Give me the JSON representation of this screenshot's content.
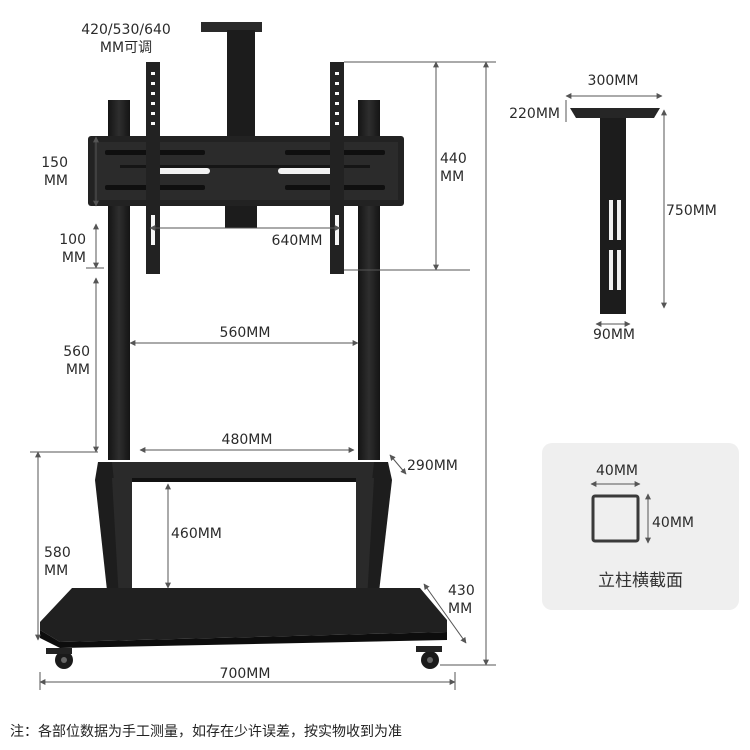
{
  "dimensions": {
    "vesa_options": "420/530/640",
    "vesa_adjustable": "MM可调",
    "bracket_height_num": "150",
    "bracket_height_unit": "MM",
    "vertical_gap_num": "100",
    "vertical_gap_unit": "MM",
    "mount_width": "640MM",
    "arm_length_num": "440",
    "arm_length_unit": "MM",
    "column_spacing": "560MM",
    "column_section_num": "560",
    "column_section_unit": "MM",
    "shelf_width": "480MM",
    "shelf_depth": "290MM",
    "shelf_height": "460MM",
    "base_height_num": "580",
    "base_height_unit": "MM",
    "base_depth_num": "430",
    "base_depth_unit": "MM",
    "base_width": "700MM"
  },
  "camera_bracket": {
    "top_width": "300MM",
    "top_thickness": "220MM",
    "height": "750MM",
    "bottom_width": "90MM"
  },
  "cross_section": {
    "width": "40MM",
    "height": "40MM",
    "title": "立柱横截面"
  },
  "footnote": "注：各部位数据为手工测量，如存在少许误差，按实物收到为准",
  "colors": {
    "metal": "#1f1f1f",
    "metal_highlight": "#3a3a3a",
    "dimension_line": "#555555",
    "panel_bg": "#efefef"
  }
}
